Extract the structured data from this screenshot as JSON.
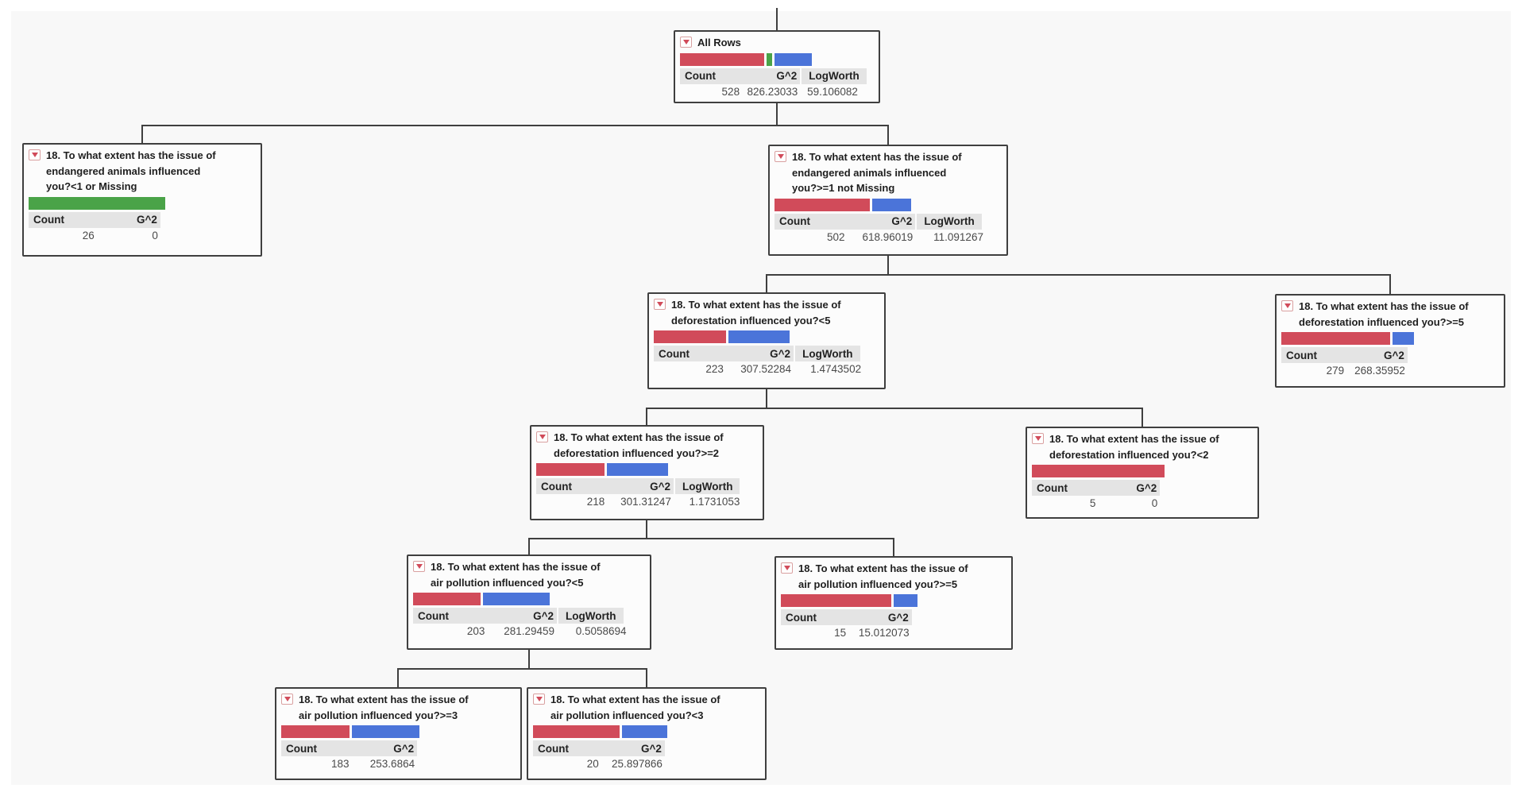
{
  "colors": {
    "red": "#D14B5A",
    "green": "#4AA348",
    "blue": "#4B74D9",
    "line": "#3F3F3F",
    "node_border": "#3F3F3F",
    "header_bg": "#E4E4E4",
    "canvas_bg": "#F8F8F8"
  },
  "columns": {
    "count": "Count",
    "g2": "G^2",
    "logworth": "LogWorth"
  },
  "nodes": [
    {
      "title": "All Rows",
      "count": "528",
      "g2": "826.23033",
      "logworth": "59.106082",
      "bars": [
        {
          "color": "red",
          "pct": 43.5
        },
        {
          "color": "green",
          "pct": 2.8
        },
        {
          "color": "blue",
          "pct": 19.4
        }
      ]
    },
    {
      "title": "18. To what extent has the issue of\nendangered animals influenced\nyou?<1 or Missing",
      "count": "26",
      "g2": "0",
      "bars": [
        {
          "color": "green",
          "pct": 60
        }
      ]
    },
    {
      "title": "18. To what extent has the issue of\nendangered animals influenced\nyou?>=1 not Missing",
      "count": "502",
      "g2": "618.96019",
      "logworth": "11.091267",
      "bars": [
        {
          "color": "red",
          "pct": 42
        },
        {
          "color": "blue",
          "pct": 17
        }
      ]
    },
    {
      "title": "18. To what extent has the issue of\ndeforestation influenced you?<5",
      "count": "223",
      "g2": "307.52284",
      "logworth": "1.4743502",
      "bars": [
        {
          "color": "red",
          "pct": 32
        },
        {
          "color": "blue",
          "pct": 27
        }
      ]
    },
    {
      "title": "18. To what extent has the issue of\ndeforestation influenced you?>=5",
      "count": "279",
      "g2": "268.35952",
      "bars": [
        {
          "color": "red",
          "pct": 50
        },
        {
          "color": "blue",
          "pct": 10
        }
      ]
    },
    {
      "title": "18. To what extent has the issue of\ndeforestation influenced you?>=2",
      "count": "218",
      "g2": "301.31247",
      "logworth": "1.1731053",
      "bars": [
        {
          "color": "red",
          "pct": 31
        },
        {
          "color": "blue",
          "pct": 27.5
        }
      ]
    },
    {
      "title": "18. To what extent has the issue of\ndeforestation influenced you?<2",
      "count": "5",
      "g2": "0",
      "bars": [
        {
          "color": "red",
          "pct": 60
        }
      ]
    },
    {
      "title": "18. To what extent has the issue of\nair pollution influenced you?<5",
      "count": "203",
      "g2": "281.29459",
      "logworth": "0.5058694",
      "bars": [
        {
          "color": "red",
          "pct": 29
        },
        {
          "color": "blue",
          "pct": 29
        }
      ]
    },
    {
      "title": "18. To what extent has the issue of\nair pollution influenced you?>=5",
      "count": "15",
      "g2": "15.012073",
      "bars": [
        {
          "color": "red",
          "pct": 49
        },
        {
          "color": "blue",
          "pct": 10.5
        }
      ]
    },
    {
      "title": "18. To what extent has the issue of\nair pollution influenced you?>=3",
      "count": "183",
      "g2": "253.6864",
      "bars": [
        {
          "color": "red",
          "pct": 29
        },
        {
          "color": "blue",
          "pct": 29
        }
      ]
    },
    {
      "title": "18. To what extent has the issue of\nair pollution influenced you?<3",
      "count": "20",
      "g2": "25.897866",
      "bars": [
        {
          "color": "red",
          "pct": 38
        },
        {
          "color": "blue",
          "pct": 20
        }
      ]
    }
  ]
}
